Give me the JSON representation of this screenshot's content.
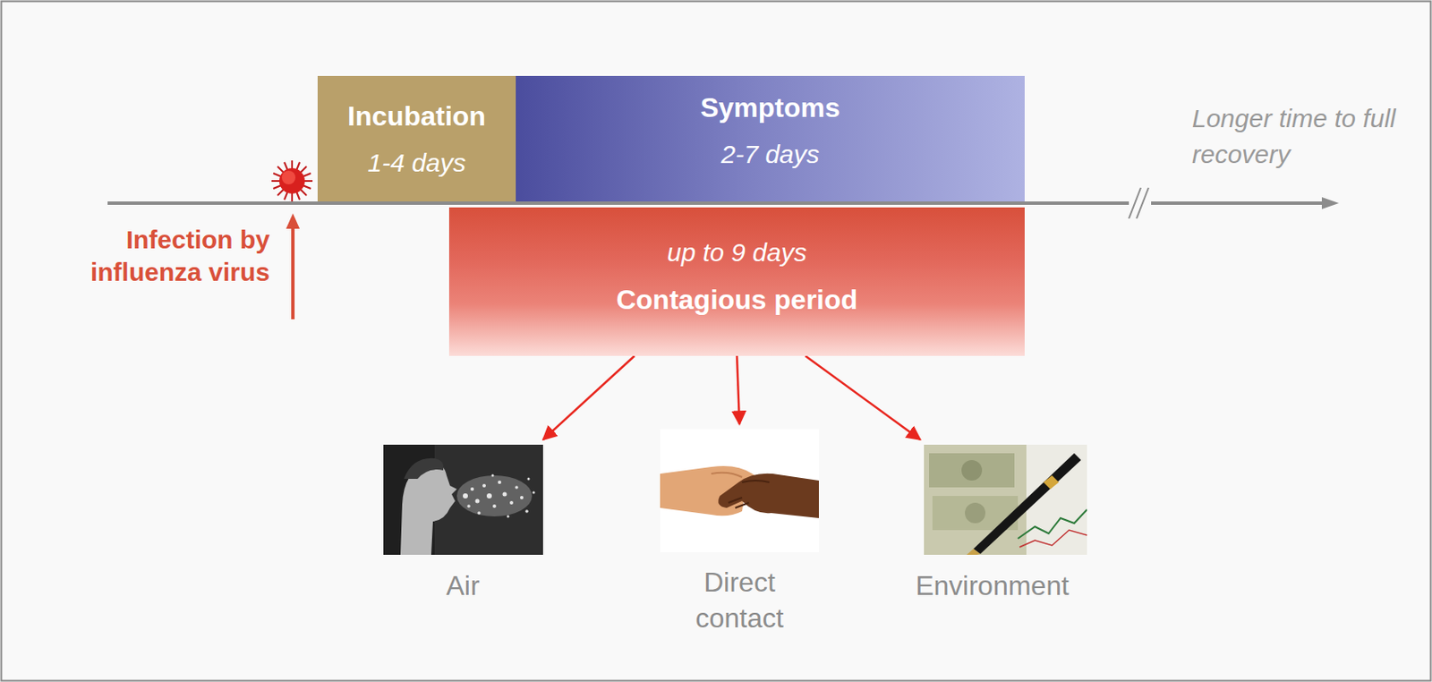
{
  "diagram": {
    "nodes": [
      {
        "text": [
          "Incubation",
          "1-4 days"
        ]
      },
      {
        "text": [
          "Symptoms",
          "2-7 days"
        ]
      },
      {
        "text": [
          "up to 9 days",
          "Contagious period"
        ]
      },
      {
        "text": [
          "Air"
        ]
      },
      {
        "text": [
          "Direct contact"
        ]
      },
      {
        "text": [
          "Environment"
        ]
      }
    ],
    "edges": [
      {
        "from": 2,
        "to": 3,
        "arrow": "to"
      },
      {
        "from": 2,
        "to": 4,
        "arrow": "to"
      },
      {
        "from": 2,
        "to": 5,
        "arrow": "to"
      }
    ],
    "labels": [
      "Infection by influenza virus",
      "Longer time to full recovery"
    ]
  }
}
